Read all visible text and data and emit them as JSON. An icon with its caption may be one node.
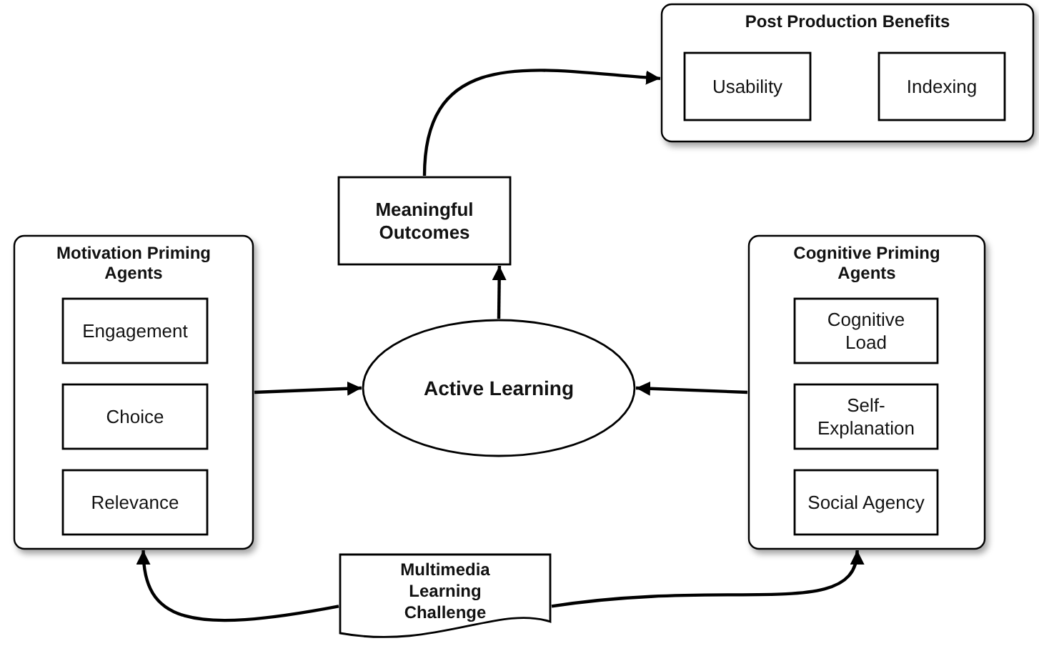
{
  "diagram": {
    "nodes": [
      {
        "text": [
          "Post Production Benefits"
        ]
      },
      {
        "text": [
          "Usability"
        ],
        "in": 0
      },
      {
        "text": [
          "Indexing"
        ],
        "in": 0
      },
      {
        "text": [
          "Meaningful Outcomes"
        ]
      },
      {
        "text": [
          "Motivation Priming Agents"
        ]
      },
      {
        "text": [
          "Engagement"
        ],
        "in": 4
      },
      {
        "text": [
          "Choice"
        ],
        "in": 4
      },
      {
        "text": [
          "Relevance"
        ],
        "in": 4
      },
      {
        "text": [
          "Active Learning"
        ]
      },
      {
        "text": [
          "Cognitive Priming Agents"
        ]
      },
      {
        "text": [
          "Cognitive Load"
        ],
        "in": 9
      },
      {
        "text": [
          "Self-Explanation"
        ],
        "in": 9
      },
      {
        "text": [
          "Social Agency"
        ],
        "in": 9
      },
      {
        "text": [
          "Multimedia Learning Challenge"
        ]
      }
    ],
    "edges": [
      {
        "from": 4,
        "to": 8,
        "arrow": "to"
      },
      {
        "from": 9,
        "to": 8,
        "arrow": "to"
      },
      {
        "from": 8,
        "to": 3,
        "arrow": "to"
      },
      {
        "from": 3,
        "to": 0,
        "arrow": "to"
      },
      {
        "from": 13,
        "to": 4,
        "arrow": "to"
      },
      {
        "from": 13,
        "to": 9,
        "arrow": "to"
      }
    ]
  }
}
